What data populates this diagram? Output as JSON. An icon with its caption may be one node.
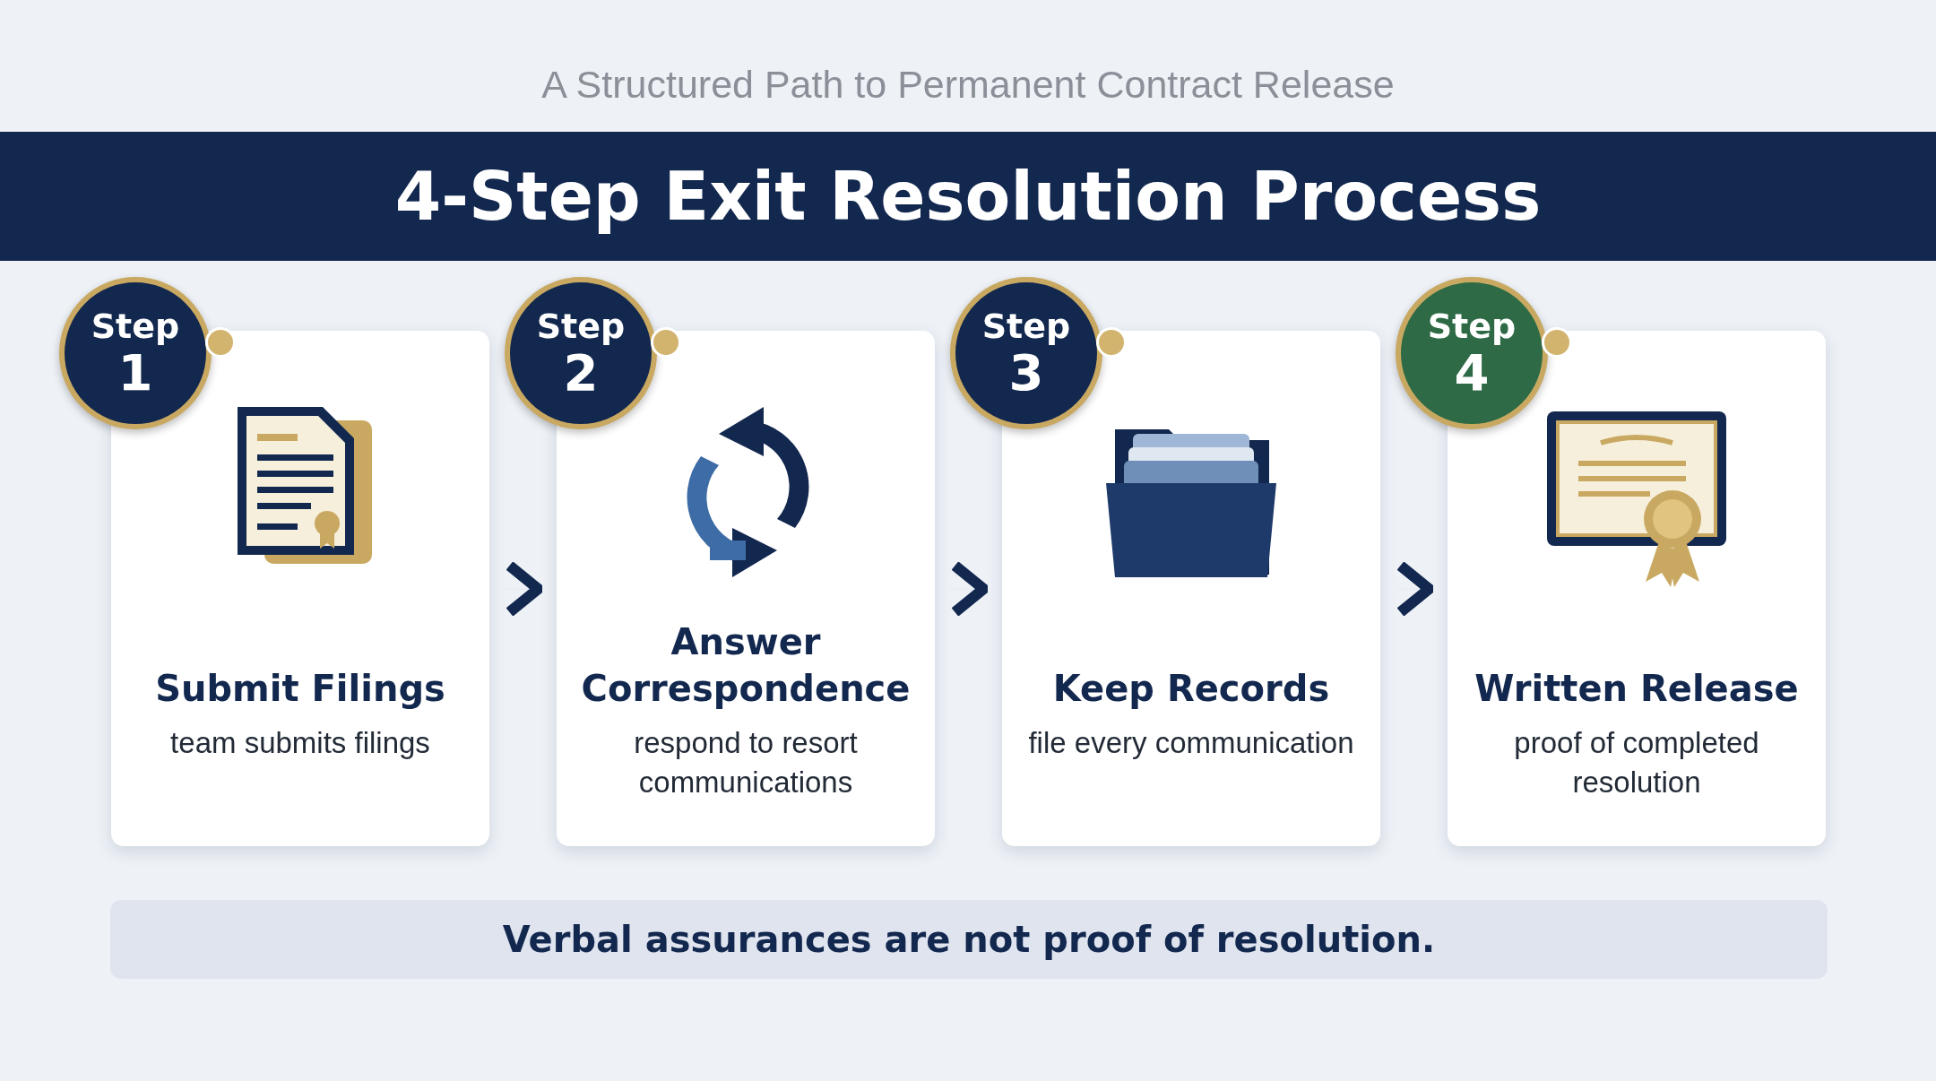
{
  "diagram": {
    "title": "4-Step Exit Resolution Process",
    "nodes": [
      {
        "text": [
          "Step",
          "1",
          "Submit Filings",
          "team submits filings"
        ]
      },
      {
        "text": [
          "Step",
          "2",
          "Answer Correspondence",
          "respond to resort communications"
        ]
      },
      {
        "text": [
          "Step",
          "3",
          "Keep Records",
          "file every communication"
        ]
      },
      {
        "text": [
          "Step",
          "4",
          "Written Release",
          "proof of completed resolution"
        ]
      },
      {
        "text": [
          "Verbal assurances are not proof of resolution."
        ]
      }
    ],
    "edges": [
      {
        "from": 0,
        "to": 1,
        "arrow": "to"
      },
      {
        "from": 1,
        "to": 2,
        "arrow": "to"
      },
      {
        "from": 2,
        "to": 3,
        "arrow": "to"
      }
    ],
    "labels": [
      "A Structured Path to Permanent Contract Release"
    ]
  }
}
